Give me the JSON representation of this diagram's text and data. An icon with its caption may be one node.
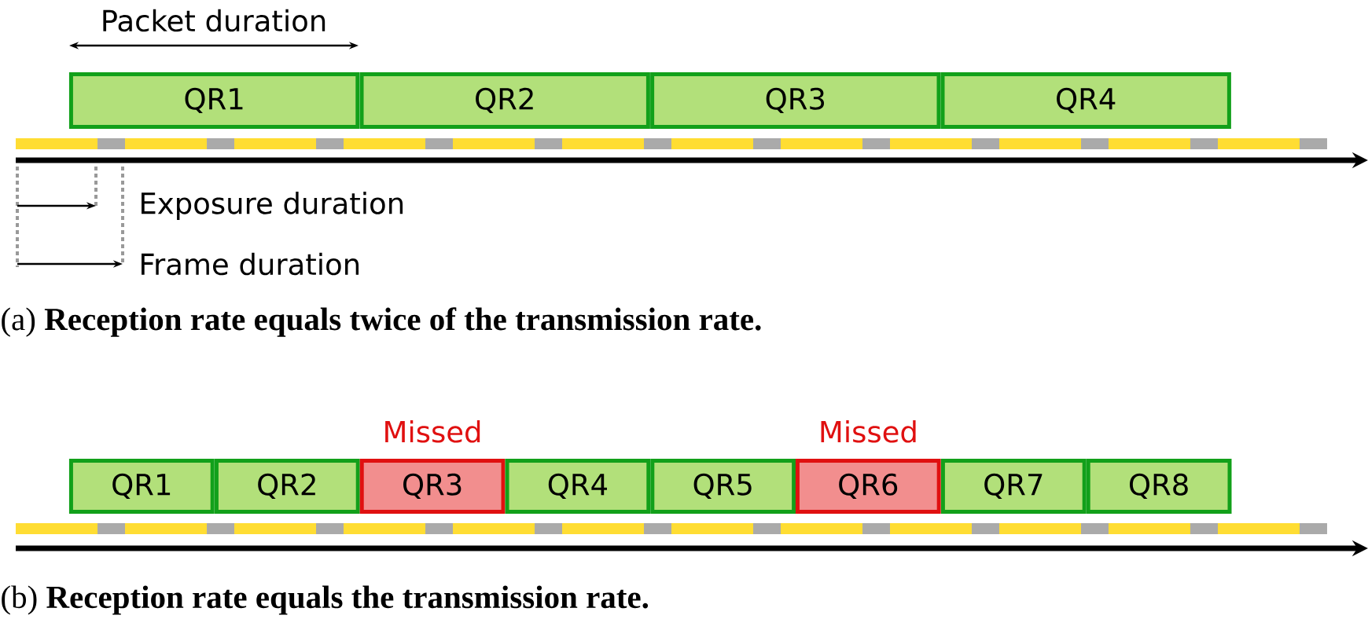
{
  "diagram": {
    "nodes": [
      {
        "text": [
          "QR1"
        ]
      },
      {
        "text": [
          "QR2"
        ]
      },
      {
        "text": [
          "QR3"
        ]
      },
      {
        "text": [
          "QR4"
        ]
      },
      {
        "text": [
          "QR1"
        ]
      },
      {
        "text": [
          "QR2"
        ]
      },
      {
        "text": [
          "QR3"
        ],
        "beside": [
          "Missed"
        ]
      },
      {
        "text": [
          "QR4"
        ]
      },
      {
        "text": [
          "QR5"
        ]
      },
      {
        "text": [
          "QR6"
        ],
        "beside": [
          "Missed"
        ]
      },
      {
        "text": [
          "QR7"
        ]
      },
      {
        "text": [
          "QR8"
        ]
      }
    ],
    "labels": [
      "Packet duration",
      "Exposure duration",
      "Frame duration",
      "(a) **Reception rate equals twice of the transmission rate.**",
      "(b) **Reception rate equals the transmission rate.**"
    ]
  }
}
